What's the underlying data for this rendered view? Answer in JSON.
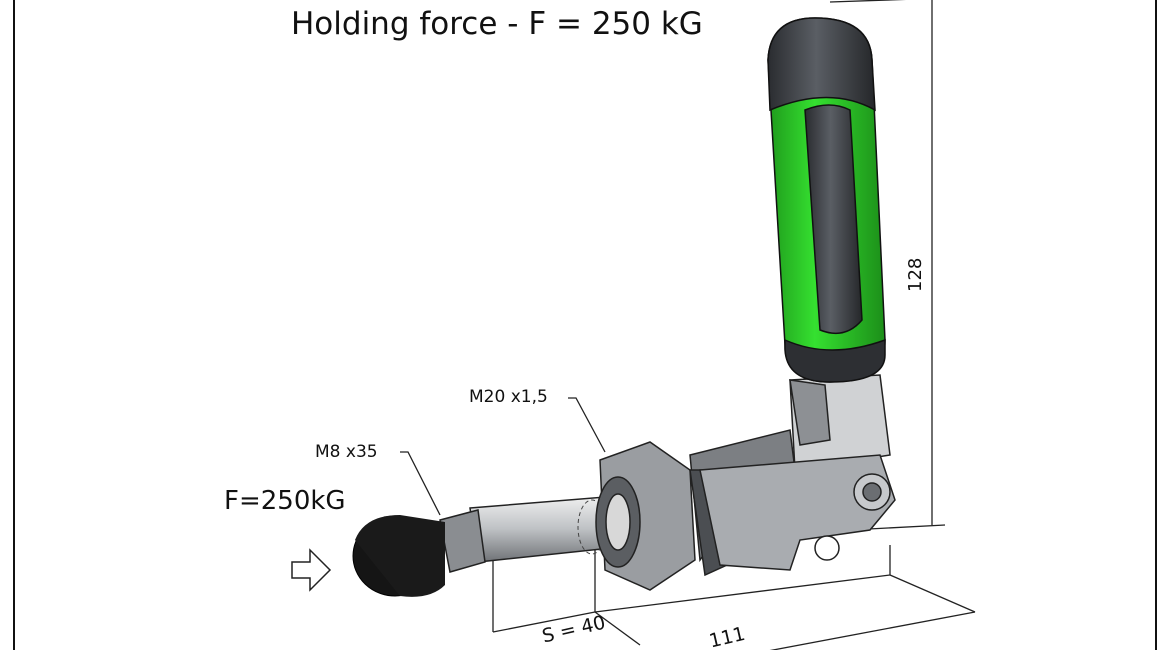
{
  "title": "Holding force - F = 250 kG",
  "labels": {
    "force": "F=250kG",
    "thread_small": "M8 x35",
    "thread_large": "M20 x1,5",
    "stroke": "S = 40",
    "length": "111",
    "height": "128"
  },
  "colors": {
    "grip_green": "#2fd62a",
    "grip_dark": "#3a3d42",
    "metal": "#b9bcc0",
    "rubber": "#151515"
  }
}
